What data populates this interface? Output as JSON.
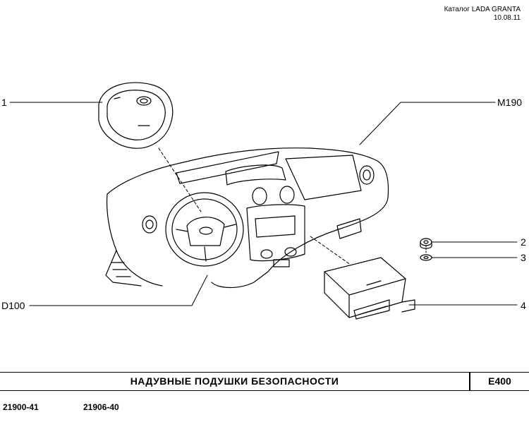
{
  "header": {
    "catalog": "Каталог LADA  GRANTA",
    "date": "10.08.11"
  },
  "callouts": {
    "c1": "1",
    "m190": "M190",
    "c2": "2",
    "c3": "3",
    "c4": "4",
    "d100": "D100"
  },
  "footer": {
    "title": "НАДУВНЫЕ  ПОДУШКИ  БЕЗОПАСНОСТИ",
    "code": "E400",
    "models": [
      "21900-41",
      "21906-40"
    ]
  }
}
